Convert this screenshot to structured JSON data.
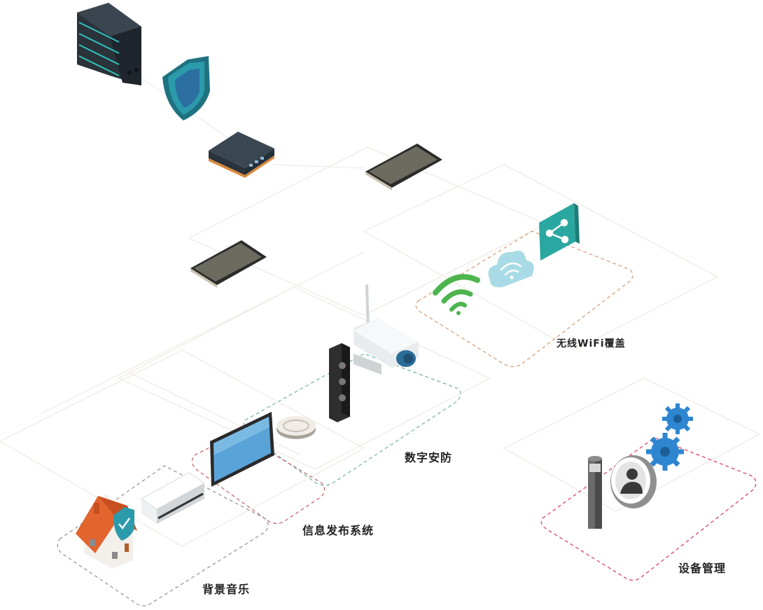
{
  "zones": {
    "wifi": {
      "label": "无线WiFi覆盖",
      "color": "#d9a27c"
    },
    "security": {
      "label": "数字安防",
      "color": "#79b9a8"
    },
    "info": {
      "label": "信息发布系统",
      "color": "#c96a6a"
    },
    "music": {
      "label": "背景音乐",
      "color": "#9a9a9a"
    },
    "device": {
      "label": "设备管理",
      "color": "#d9436e"
    }
  },
  "colors": {
    "teal": "#2aa7a0",
    "dark_panel": "#2f3a45",
    "shield": "#2b8c9c",
    "wifi_green": "#4db44e",
    "cloud": "#a9dbe6",
    "gear_blue": "#2f86d0",
    "floor_lines": "#f1ebe2"
  },
  "icons": [
    "server-icon",
    "shield-icon",
    "router-icon",
    "tablet-icon",
    "wifi-icon",
    "cloud-wifi-icon",
    "share-icon",
    "camera-icon",
    "speaker-icon",
    "smoke-detector-icon",
    "tv-monitor-icon",
    "air-conditioner-icon",
    "house-icon",
    "bollard-light-icon",
    "user-icon",
    "gear-icon"
  ]
}
